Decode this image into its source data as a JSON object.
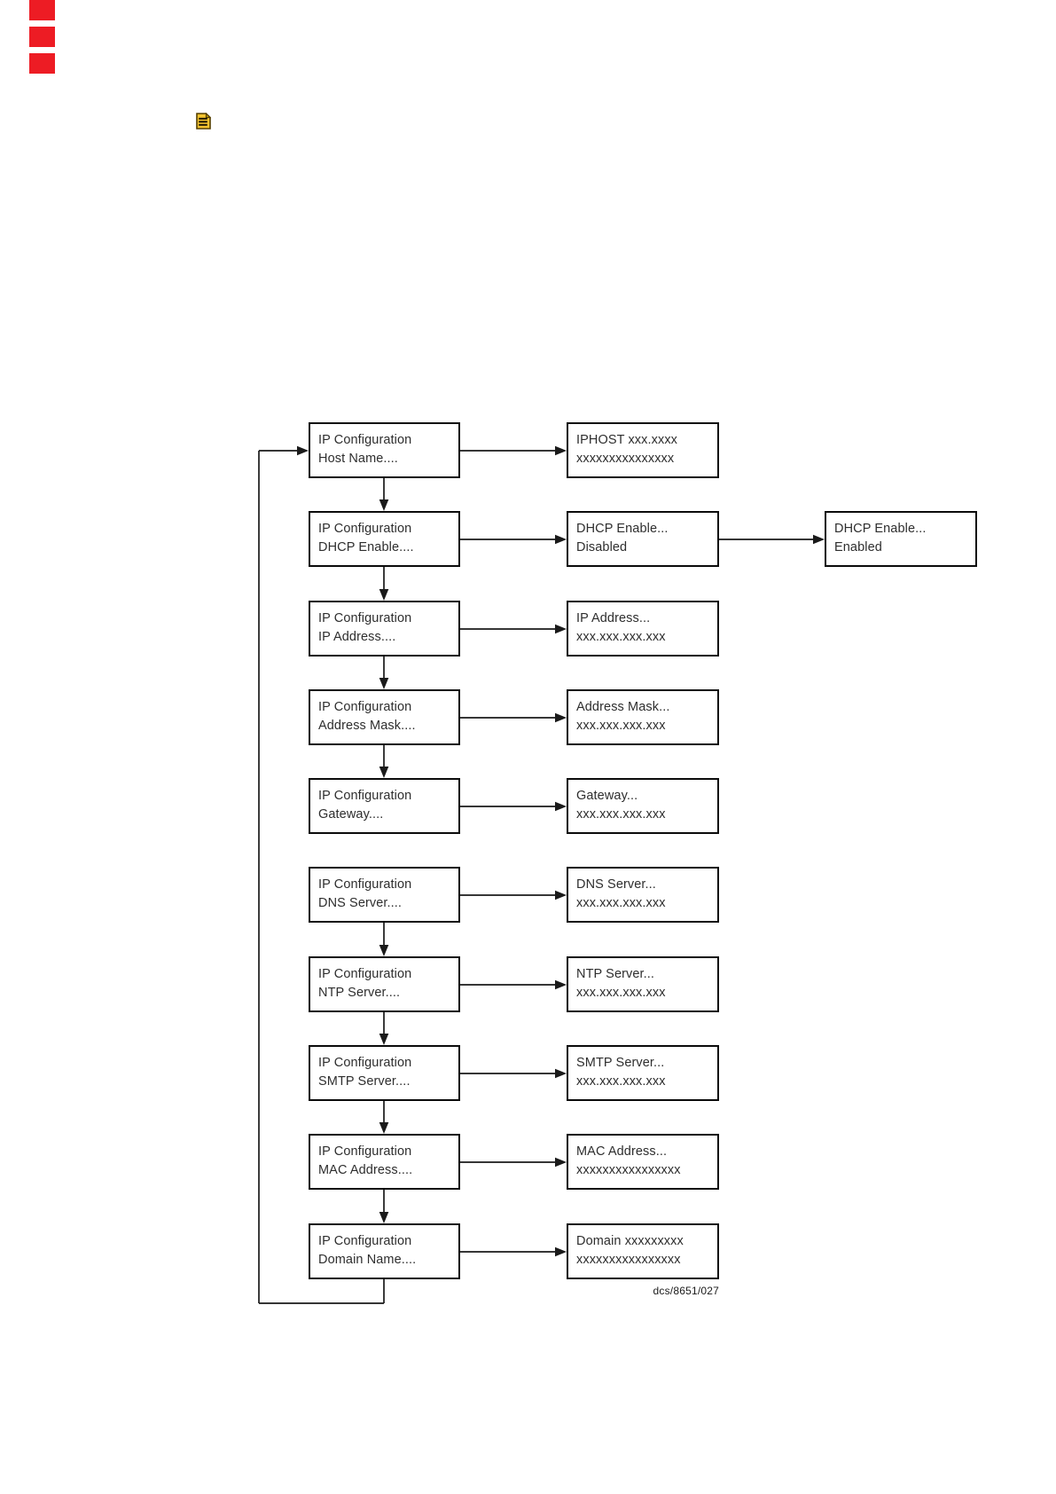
{
  "colors": {
    "edge_mark_red": "#ed1c24",
    "icon_yellow": "#f4c430",
    "icon_outline": "#553f00",
    "line_black": "#1a1a1a",
    "box_border": "#0b0b0b",
    "text": "#2e2e2e"
  },
  "icons": {
    "note_icon": "note-document-icon"
  },
  "diagram": {
    "caption": "dcs/8651/027",
    "rows": [
      {
        "id": "host-name",
        "menu": [
          "IP Configuration",
          "Host Name...."
        ],
        "display": [
          "IPHOST xxx.xxxx",
          "xxxxxxxxxxxxxxx"
        ],
        "arrow_to_next": true
      },
      {
        "id": "dhcp-enable",
        "menu": [
          "IP Configuration",
          "DHCP Enable...."
        ],
        "display": [
          "DHCP Enable...",
          "Disabled"
        ],
        "alt": [
          "DHCP Enable...",
          "Enabled"
        ],
        "arrow_to_next": true
      },
      {
        "id": "ip-address",
        "menu": [
          "IP Configuration",
          "IP Address...."
        ],
        "display": [
          "IP Address...",
          "xxx.xxx.xxx.xxx"
        ],
        "arrow_to_next": true
      },
      {
        "id": "address-mask",
        "menu": [
          "IP Configuration",
          "Address Mask...."
        ],
        "display": [
          "Address Mask...",
          "xxx.xxx.xxx.xxx"
        ],
        "arrow_to_next": true
      },
      {
        "id": "gateway",
        "menu": [
          "IP Configuration",
          "Gateway...."
        ],
        "display": [
          "Gateway...",
          "xxx.xxx.xxx.xxx"
        ],
        "arrow_to_next": false
      },
      {
        "id": "dns-server",
        "menu": [
          "IP Configuration",
          "DNS Server...."
        ],
        "display": [
          "DNS Server...",
          "xxx.xxx.xxx.xxx"
        ],
        "arrow_to_next": true
      },
      {
        "id": "ntp-server",
        "menu": [
          "IP Configuration",
          "NTP Server...."
        ],
        "display": [
          "NTP Server...",
          "xxx.xxx.xxx.xxx"
        ],
        "arrow_to_next": true
      },
      {
        "id": "smtp-server",
        "menu": [
          "IP Configuration",
          "SMTP Server...."
        ],
        "display": [
          "SMTP Server...",
          "xxx.xxx.xxx.xxx"
        ],
        "arrow_to_next": true
      },
      {
        "id": "mac-address",
        "menu": [
          "IP Configuration",
          "MAC Address...."
        ],
        "display": [
          "MAC Address...",
          "xxxxxxxxxxxxxxxx"
        ],
        "arrow_to_next": true
      },
      {
        "id": "domain-name",
        "menu": [
          "IP Configuration",
          "Domain Name...."
        ],
        "display": [
          "Domain xxxxxxxxx",
          "xxxxxxxxxxxxxxxx"
        ],
        "arrow_to_next": false,
        "loop_to_first": true
      }
    ]
  }
}
